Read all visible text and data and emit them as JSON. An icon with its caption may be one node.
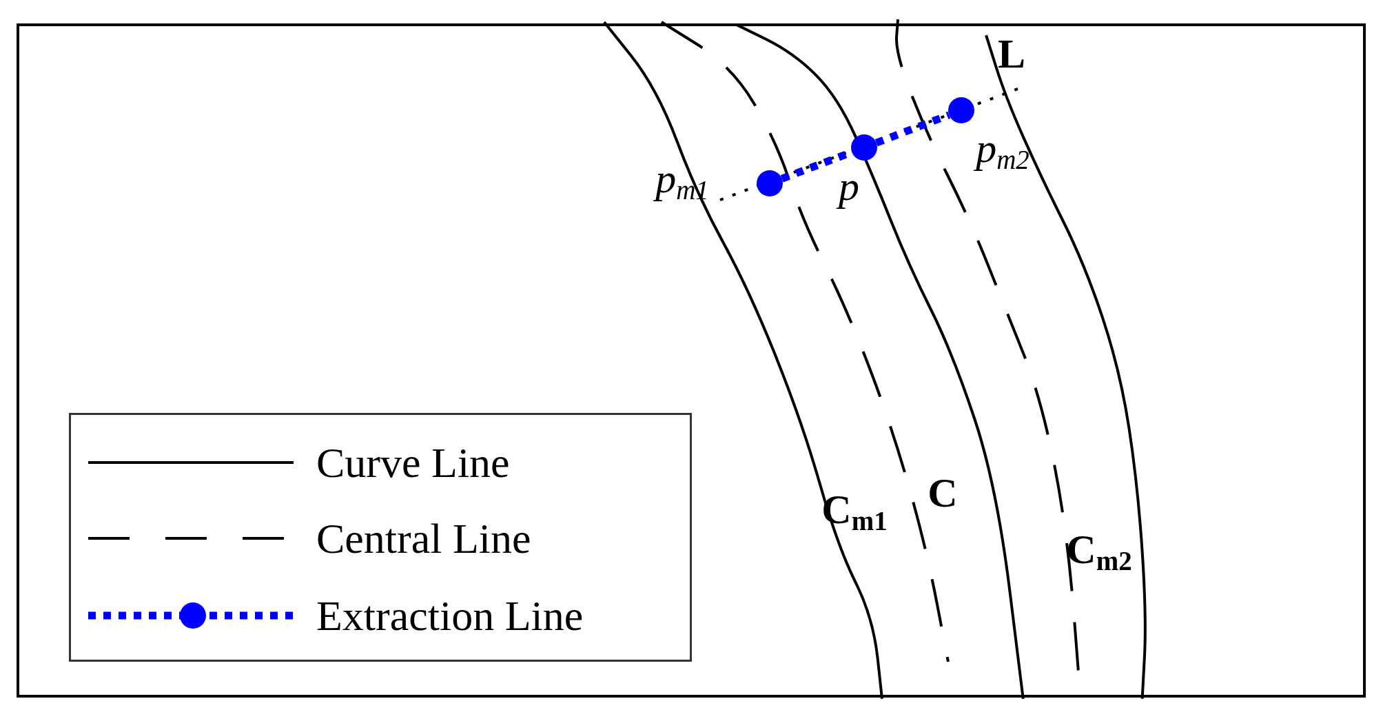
{
  "diagram": {
    "nodes": [
      {
        "text": [],
        "shape": "circle",
        "beside": [
          "p$_{m1}$"
        ]
      },
      {
        "text": [],
        "shape": "circle",
        "beside": [
          "p"
        ]
      },
      {
        "text": [],
        "shape": "circle",
        "beside": [
          "p$_{m2}$"
        ]
      }
    ],
    "edges": [
      {
        "from": 0,
        "to": 1,
        "arrow": "none",
        "style": "dashed",
        "color": "#0000ff"
      },
      {
        "from": 1,
        "to": 2,
        "arrow": "none",
        "style": "dashed",
        "color": "#0000ff"
      }
    ],
    "labels": [
      "L",
      "C$_{m1}$",
      "C",
      "C$_{m2}$"
    ],
    "legend": [
      {
        "text": "Curve Line"
      },
      {
        "text": "Central Line"
      },
      {
        "text": "Extraction Line"
      }
    ]
  }
}
